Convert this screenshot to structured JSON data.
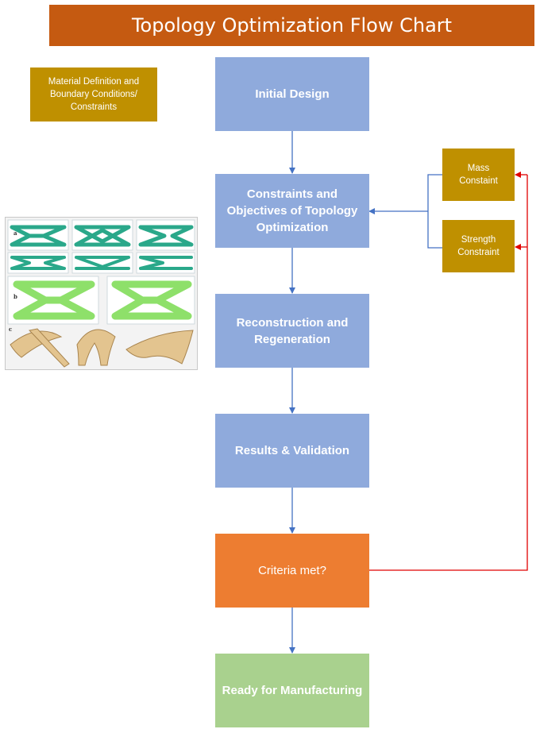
{
  "title": "Topology Optimization Flow Chart",
  "side_note": "Material Definition and Boundary Conditions/ Constraints",
  "steps": {
    "initial_design": "Initial Design",
    "constraints_objectives": "Constraints and Objectives of Topology Optimization",
    "reconstruction": "Reconstruction and Regeneration",
    "results_validation": "Results & Validation",
    "criteria": "Criteria met?",
    "ready": "Ready for Manufacturing"
  },
  "constraints": {
    "mass": "Mass Constaint",
    "strength": "Strength Constraint"
  },
  "figure": {
    "panel_labels": [
      "a",
      "b",
      "c"
    ]
  },
  "colors": {
    "title_bar": "#c55a11",
    "process_box": "#8faadc",
    "constraint_box": "#bf9000",
    "decision_box": "#ed7d31",
    "final_box": "#a9d18e",
    "flow_arrow": "#4472c4",
    "feedback_arrow": "#e00000"
  }
}
